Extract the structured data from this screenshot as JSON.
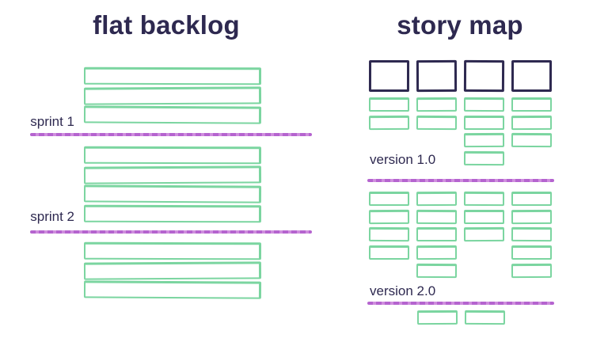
{
  "colors": {
    "ink": "#2e2950",
    "green": "#7bd5a0",
    "purple": "#b564cf",
    "purple_light": "#cf8ede",
    "background": "#ffffff"
  },
  "flat_backlog": {
    "title": "flat backlog",
    "sprints": [
      {
        "label": "sprint 1",
        "item_count": 3
      },
      {
        "label": "sprint 2",
        "item_count": 4
      }
    ],
    "unscheduled_item_count": 3
  },
  "story_map": {
    "title": "story map",
    "epic_count": 4,
    "releases": [
      {
        "label": "version 1.0",
        "cards_per_column": [
          2,
          2,
          4,
          3
        ]
      },
      {
        "label": "version 2.0",
        "cards_per_column": [
          4,
          5,
          3,
          5
        ]
      }
    ],
    "overflow_cards_per_column": [
      0,
      1,
      1,
      0
    ]
  }
}
